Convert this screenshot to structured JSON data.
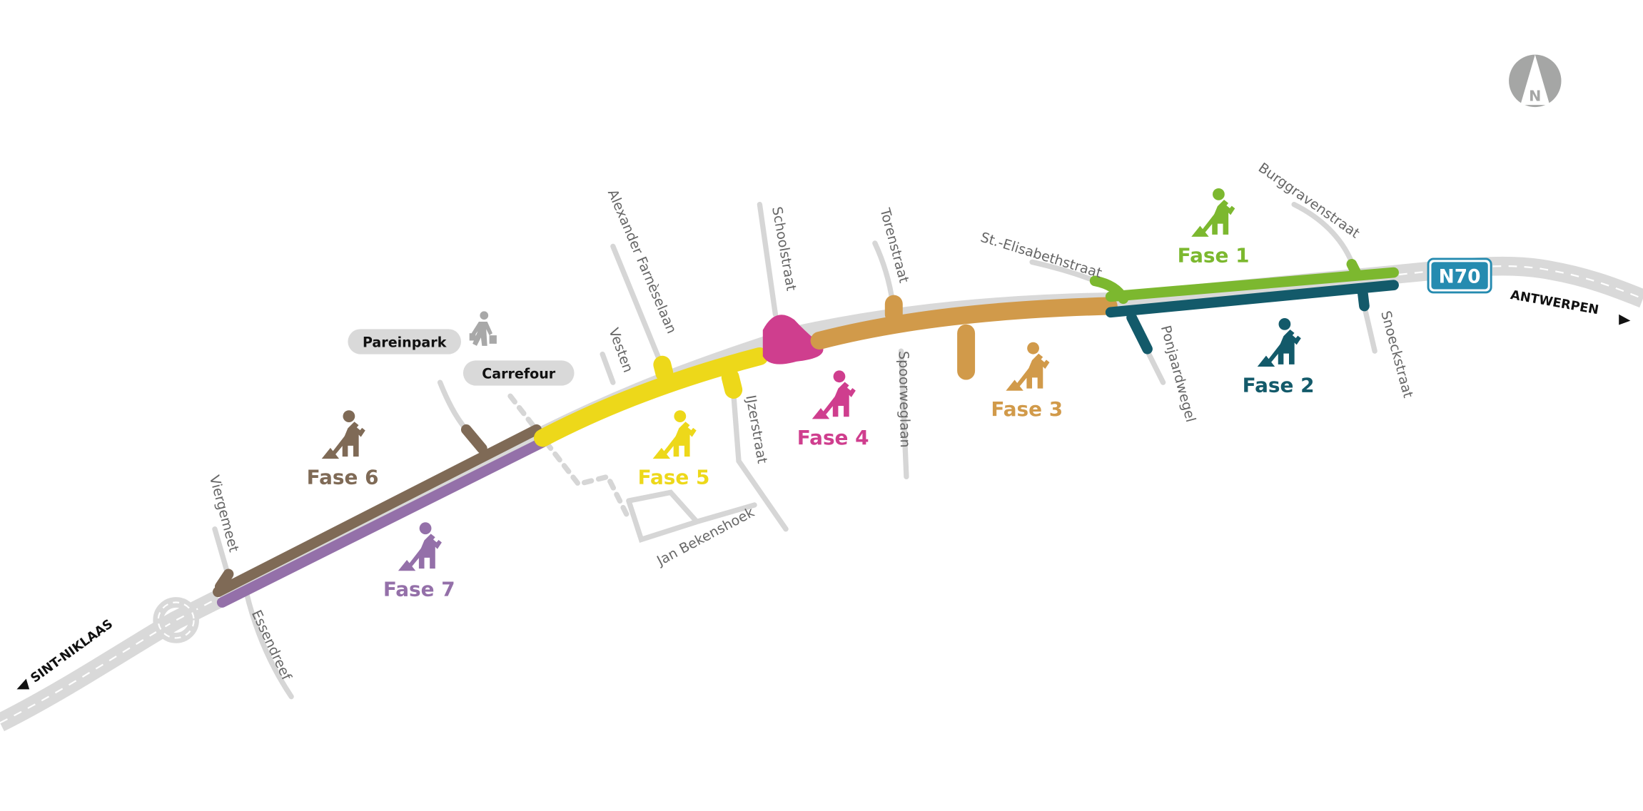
{
  "compass": {
    "label": "N"
  },
  "road": {
    "number": "N70",
    "directions": {
      "east": "ANTWERPEN",
      "west": "SINT-NIKLAAS"
    }
  },
  "pois": [
    {
      "label": "Pareinpark"
    },
    {
      "label": "Carrefour"
    }
  ],
  "streets": {
    "alexander": "Alexander Farnèselaan",
    "school": "Schoolstraat",
    "toren": "Torenstraat",
    "spoorweg": "Spoorweglaan",
    "vesten": "Vesten",
    "ijzer": "IJzerstraat",
    "bekenshoek": "Jan Bekenshoek",
    "elisabeth": "St.-Elisabethstraat",
    "burggraven": "Burggravenstraat",
    "ponjaard": "Ponjaardwegel",
    "snoeck": "Snoeckstraat",
    "viergemeet": "Viergemeet",
    "essendreef": "Essendreef"
  },
  "phases": [
    {
      "label": "Fase 1",
      "color": "#7cb82f"
    },
    {
      "label": "Fase 2",
      "color": "#135a6a"
    },
    {
      "label": "Fase 3",
      "color": "#d19a4a"
    },
    {
      "label": "Fase 4",
      "color": "#cf3e8e"
    },
    {
      "label": "Fase 5",
      "color": "#edd81a"
    },
    {
      "label": "Fase 6",
      "color": "#7f6a56"
    },
    {
      "label": "Fase 7",
      "color": "#9470a9"
    }
  ]
}
